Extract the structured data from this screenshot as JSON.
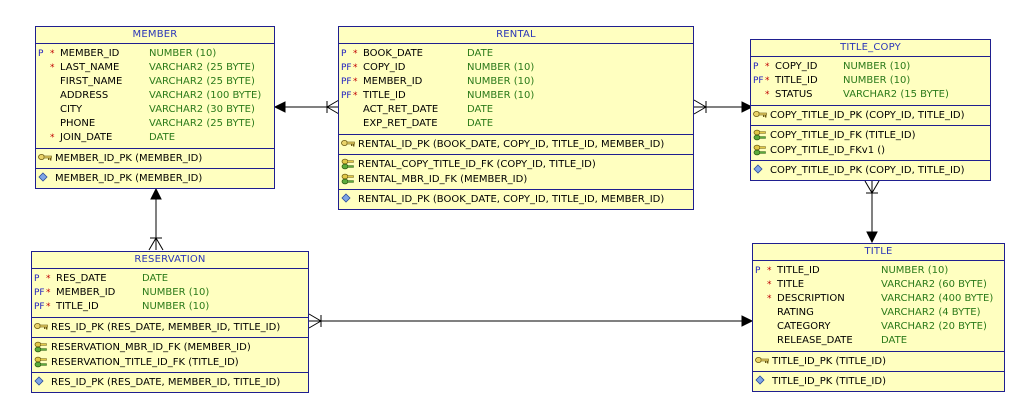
{
  "entities": {
    "member": {
      "name": "MEMBER",
      "columns": [
        {
          "flag": "P",
          "mandatory": "*",
          "name": "MEMBER_ID",
          "type": "NUMBER (10)"
        },
        {
          "flag": "",
          "mandatory": "*",
          "name": "LAST_NAME",
          "type": "VARCHAR2 (25 BYTE)"
        },
        {
          "flag": "",
          "mandatory": "",
          "name": "FIRST_NAME",
          "type": "VARCHAR2 (25 BYTE)"
        },
        {
          "flag": "",
          "mandatory": "",
          "name": "ADDRESS",
          "type": "VARCHAR2 (100 BYTE)"
        },
        {
          "flag": "",
          "mandatory": "",
          "name": "CITY",
          "type": "VARCHAR2 (30 BYTE)"
        },
        {
          "flag": "",
          "mandatory": "",
          "name": "PHONE",
          "type": "VARCHAR2 (25 BYTE)"
        },
        {
          "flag": "",
          "mandatory": "*",
          "name": "JOIN_DATE",
          "type": "DATE"
        }
      ],
      "pk": [
        "MEMBER_ID_PK (MEMBER_ID)"
      ],
      "fk": [],
      "index": [
        "MEMBER_ID_PK (MEMBER_ID)"
      ]
    },
    "rental": {
      "name": "RENTAL",
      "columns": [
        {
          "flag": "P",
          "mandatory": "*",
          "name": "BOOK_DATE",
          "type": "DATE"
        },
        {
          "flag": "PF",
          "mandatory": "*",
          "name": "COPY_ID",
          "type": "NUMBER (10)"
        },
        {
          "flag": "PF",
          "mandatory": "*",
          "name": "MEMBER_ID",
          "type": "NUMBER (10)"
        },
        {
          "flag": "PF",
          "mandatory": "*",
          "name": "TITLE_ID",
          "type": "NUMBER (10)"
        },
        {
          "flag": "",
          "mandatory": "",
          "name": "ACT_RET_DATE",
          "type": "DATE"
        },
        {
          "flag": "",
          "mandatory": "",
          "name": "EXP_RET_DATE",
          "type": "DATE"
        }
      ],
      "pk": [
        "RENTAL_ID_PK (BOOK_DATE, COPY_ID, TITLE_ID, MEMBER_ID)"
      ],
      "fk": [
        "RENTAL_COPY_TITLE_ID_FK (COPY_ID, TITLE_ID)",
        "RENTAL_MBR_ID_FK (MEMBER_ID)"
      ],
      "index": [
        "RENTAL_ID_PK (BOOK_DATE, COPY_ID, TITLE_ID, MEMBER_ID)"
      ]
    },
    "title_copy": {
      "name": "TITLE_COPY",
      "columns": [
        {
          "flag": "P",
          "mandatory": "*",
          "name": "COPY_ID",
          "type": "NUMBER (10)"
        },
        {
          "flag": "PF",
          "mandatory": "*",
          "name": "TITLE_ID",
          "type": "NUMBER (10)"
        },
        {
          "flag": "",
          "mandatory": "*",
          "name": "STATUS",
          "type": "VARCHAR2 (15 BYTE)"
        }
      ],
      "pk": [
        "COPY_TITLE_ID_PK (COPY_ID, TITLE_ID)"
      ],
      "fk": [
        "COPY_TITLE_ID_FK (TITLE_ID)",
        "COPY_TITLE_ID_FKv1 ()"
      ],
      "index": [
        "COPY_TITLE_ID_PK (COPY_ID, TITLE_ID)"
      ]
    },
    "reservation": {
      "name": "RESERVATION",
      "columns": [
        {
          "flag": "P",
          "mandatory": "*",
          "name": "RES_DATE",
          "type": "DATE"
        },
        {
          "flag": "PF",
          "mandatory": "*",
          "name": "MEMBER_ID",
          "type": "NUMBER (10)"
        },
        {
          "flag": "PF",
          "mandatory": "*",
          "name": "TITLE_ID",
          "type": "NUMBER (10)"
        }
      ],
      "pk": [
        "RES_ID_PK (RES_DATE, MEMBER_ID, TITLE_ID)"
      ],
      "fk": [
        "RESERVATION_MBR_ID_FK (MEMBER_ID)",
        "RESERVATION_TITLE_ID_FK (TITLE_ID)"
      ],
      "index": [
        "RES_ID_PK (RES_DATE, MEMBER_ID, TITLE_ID)"
      ]
    },
    "title": {
      "name": "TITLE",
      "columns": [
        {
          "flag": "P",
          "mandatory": "*",
          "name": "TITLE_ID",
          "type": "NUMBER (10)"
        },
        {
          "flag": "",
          "mandatory": "*",
          "name": "TITLE",
          "type": "VARCHAR2 (60 BYTE)"
        },
        {
          "flag": "",
          "mandatory": "*",
          "name": "DESCRIPTION",
          "type": "VARCHAR2 (400 BYTE)"
        },
        {
          "flag": "",
          "mandatory": "",
          "name": "RATING",
          "type": "VARCHAR2 (4 BYTE)"
        },
        {
          "flag": "",
          "mandatory": "",
          "name": "CATEGORY",
          "type": "VARCHAR2 (20 BYTE)"
        },
        {
          "flag": "",
          "mandatory": "",
          "name": "RELEASE_DATE",
          "type": "DATE"
        }
      ],
      "pk": [
        "TITLE_ID_PK (TITLE_ID)"
      ],
      "fk": [],
      "index": [
        "TITLE_ID_PK (TITLE_ID)"
      ]
    }
  },
  "colors": {
    "entity_fill": "#ffffc0",
    "border": "#1f1f8f",
    "header_text": "#2b36b8",
    "type_text": "#2b7a1a",
    "mandatory_mark": "#c00000",
    "key_flag": "#1f1fbf",
    "connector": "#000000"
  },
  "icons": {
    "pk": "key-icon",
    "fk": "foreign-key-icon",
    "index": "index-diamond-icon"
  }
}
